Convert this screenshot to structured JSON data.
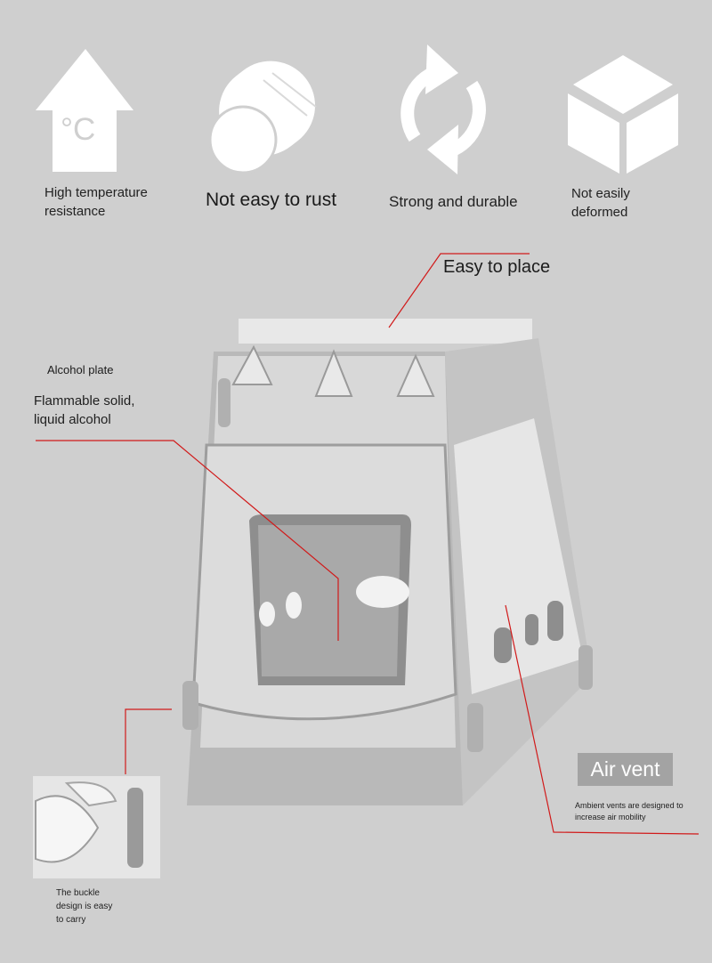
{
  "features": [
    {
      "icon": "thermometer-house-icon",
      "label": "High temperature\nresistance"
    },
    {
      "icon": "rolled-log-icon",
      "label": "Not easy to rust"
    },
    {
      "icon": "recycle-arrows-icon",
      "label": "Strong and durable"
    },
    {
      "icon": "cube-icon",
      "label": "Not easily\ndeformed"
    }
  ],
  "icon_text": {
    "celsius": "°C"
  },
  "callouts": {
    "place": "Easy to place",
    "alcohol_plate": "Alcohol plate",
    "alcohol_desc": "Flammable solid,\nliquid alcohol",
    "air_vent": "Air vent",
    "air_vent_desc": "Ambient vents are designed to\nincrease air mobility",
    "buckle_desc": "The buckle\ndesign is easy\nto carry"
  },
  "colors": {
    "background": "#cfcfcf",
    "leader_line": "#d11a1a",
    "icon": "#ffffff",
    "tag": "#a3a3a3"
  }
}
